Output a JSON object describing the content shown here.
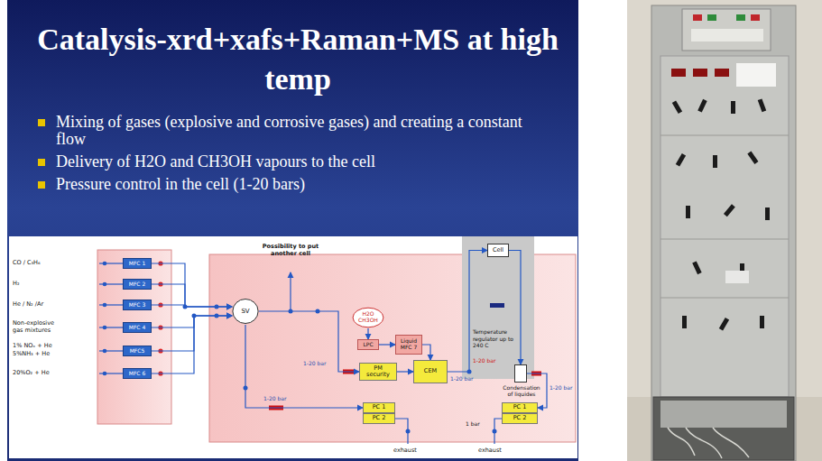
{
  "diagram": {
    "title": "Catalysis-xrd+xafs+Raman+MS at high temp",
    "nodes": [
      {
        "text": [
          "MFC 1"
        ]
      },
      {
        "text": [
          "MFC 2"
        ]
      },
      {
        "text": [
          "MFC 3"
        ]
      },
      {
        "text": [
          "MFC 4"
        ]
      },
      {
        "text": [
          "MFC5"
        ]
      },
      {
        "text": [
          "MFC 6"
        ]
      },
      {
        "text": [
          "SV"
        ]
      },
      {
        "text": [
          "H2O CH3OH"
        ]
      },
      {
        "text": [
          "LPC"
        ]
      },
      {
        "text": [
          "Liquid MFC 7"
        ]
      },
      {
        "text": [
          "PM security"
        ]
      },
      {
        "text": [
          "CEM"
        ]
      },
      {
        "text": [
          "Cell"
        ]
      },
      {
        "text": [
          "PC 1"
        ]
      },
      {
        "text": [
          "PC 2"
        ]
      },
      {
        "text": [
          "PC 1"
        ]
      },
      {
        "text": [
          "PC 2"
        ]
      },
      {
        "text": [
          "Condensation of liquides"
        ]
      }
    ],
    "edges": [
      {
        "from": 0,
        "to": 6,
        "arrow": "to"
      },
      {
        "from": 1,
        "to": 6,
        "arrow": "to"
      },
      {
        "from": 2,
        "to": 6,
        "arrow": "to"
      },
      {
        "from": 3,
        "to": 6,
        "arrow": "to"
      },
      {
        "from": 4,
        "to": 6,
        "arrow": "to"
      },
      {
        "from": 5,
        "to": 6,
        "arrow": "to"
      },
      {
        "from": 6,
        "to": 10,
        "arrow": "to"
      },
      {
        "from": 10,
        "to": 11,
        "arrow": "to"
      },
      {
        "from": 7,
        "to": 8,
        "arrow": "to"
      },
      {
        "from": 8,
        "to": 9,
        "arrow": "to"
      },
      {
        "from": 9,
        "to": 11,
        "arrow": "to"
      },
      {
        "from": 11,
        "to": 12,
        "arrow": "to"
      },
      {
        "from": 12,
        "to": 17,
        "arrow": "to"
      },
      {
        "from": 17,
        "to": 15,
        "arrow": "to"
      },
      {
        "from": 6,
        "to": 13,
        "arrow": "to"
      }
    ],
    "labels": [
      "Mixing of gases (explosive and corrosive gases) and creating a constant flow",
      "Delivery of H2O and CH3OH vapours to the cell",
      "Pressure control in the cell (1-20 bars)",
      "CO / C₃H₆",
      "H₂",
      "He / N₂ /Ar",
      "Non-explosive gas mixtures",
      "1% NOₓ + He",
      "5%NH₃ + He",
      "20%O₂ + He",
      "Possibility to put another cell",
      "1-20 bar",
      "Temperature regulator up to 240 C",
      "1-20 bar",
      "1-20 bar",
      "1-20 bar",
      "1-20 bar",
      "1 bar",
      "exhaust",
      "exhaust"
    ]
  }
}
